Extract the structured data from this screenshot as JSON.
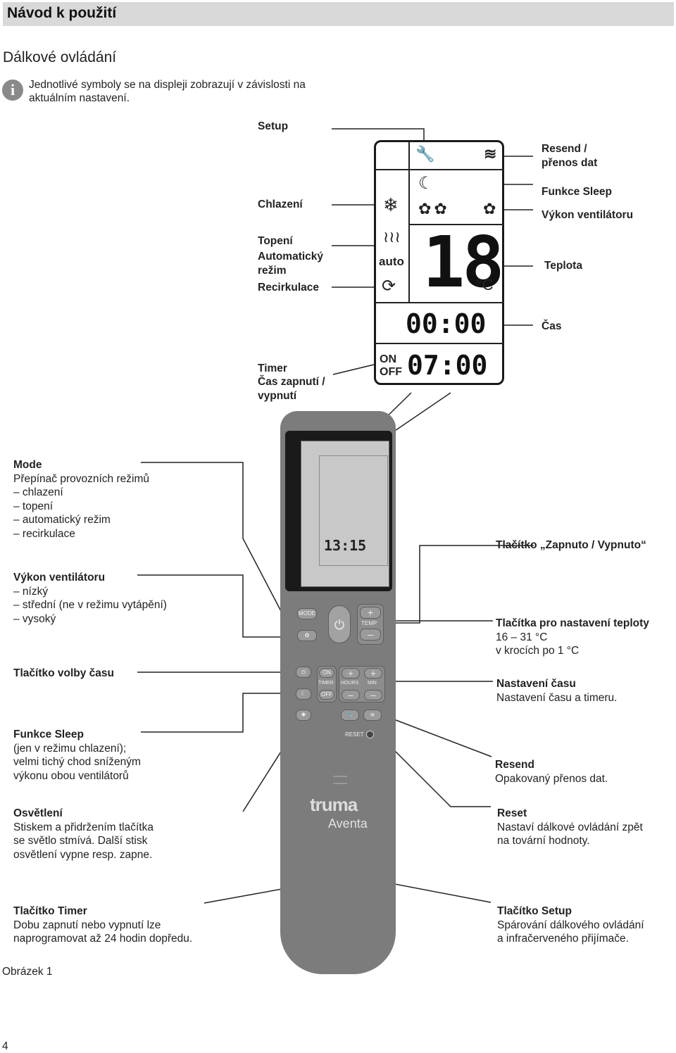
{
  "header": {
    "title": "Návod k použití"
  },
  "section_title": "Dálkové ovládání",
  "info_text": "Jednotlivé symboly se na displeji zobrazují v závislosti na aktuálním nastavení.",
  "lcd_labels": {
    "setup": "Setup",
    "chlazeni": "Chlazení",
    "topeni": "Topení",
    "auto_mode": "Automatický režim",
    "recirkulace": "Recirkulace",
    "timer_title": "Timer",
    "timer_desc": "Čas zapnutí / vypnutí",
    "resend": "Resend / přenos dat",
    "sleep": "Funkce Sleep",
    "fan": "Výkon ventilátoru",
    "teplota": "Teplota",
    "cas": "Čas"
  },
  "lcd": {
    "auto": "auto",
    "temp": "18",
    "unit": "°C",
    "time": "00:00",
    "timer_on": "ON",
    "timer_off": "OFF",
    "timer_value": "07:00"
  },
  "remote": {
    "screen_time": "13:15",
    "mode": "MODE",
    "temp": "TEMP",
    "on": "ON",
    "timer": "TIMER",
    "off": "OFF",
    "hours": "HOURS",
    "min": "MIN",
    "reset": "RESET",
    "brand": "truma",
    "model": "Aventa"
  },
  "left_callouts": {
    "mode_title": "Mode",
    "mode_lines": [
      "Přepínač provozních režimů",
      "– chlazení",
      "– topení",
      "– automatický režim",
      "– recirkulace"
    ],
    "fan_title": "Výkon ventilátoru",
    "fan_lines": [
      "– nízký",
      "– střední (ne v režimu vytápění)",
      "– vysoký"
    ],
    "timesel_title": "Tlačítko volby času",
    "sleep_title": "Funkce Sleep",
    "sleep_lines": [
      "(jen v režimu chlazení);",
      "velmi tichý chod sníženým",
      "výkonu obou ventilátorů"
    ],
    "light_title": "Osvětlení",
    "light_lines": [
      "Stiskem a přidržením tlačítka",
      "se světlo stmívá. Další stisk",
      "osvětlení vypne resp. zapne."
    ],
    "timerbtn_title": "Tlačítko Timer",
    "timerbtn_lines": [
      "Dobu zapnutí nebo vypnutí lze",
      "naprogramovat až 24 hodin dopředu."
    ]
  },
  "right_callouts": {
    "onoff_title": "Tlačítko „Zapnuto / Vypnuto“",
    "temp_title": "Tlačítka pro nastavení teploty",
    "temp_lines": [
      "16 – 31 °C",
      "v krocích po 1 °C"
    ],
    "time_title": "Nastavení času",
    "time_lines": [
      "Nastavení času a timeru."
    ],
    "resend_title": "Resend",
    "resend_lines": [
      "Opakovaný přenos dat."
    ],
    "reset_title": "Reset",
    "reset_lines": [
      "Nastaví dálkové ovládání zpět",
      "na tovární hodnoty."
    ],
    "setup_title": "Tlačítko Setup",
    "setup_lines": [
      "Spárování dálkového ovládání",
      "a infračerveného přijímače."
    ]
  },
  "figure_caption": "Obrázek 1",
  "page_number": "4"
}
